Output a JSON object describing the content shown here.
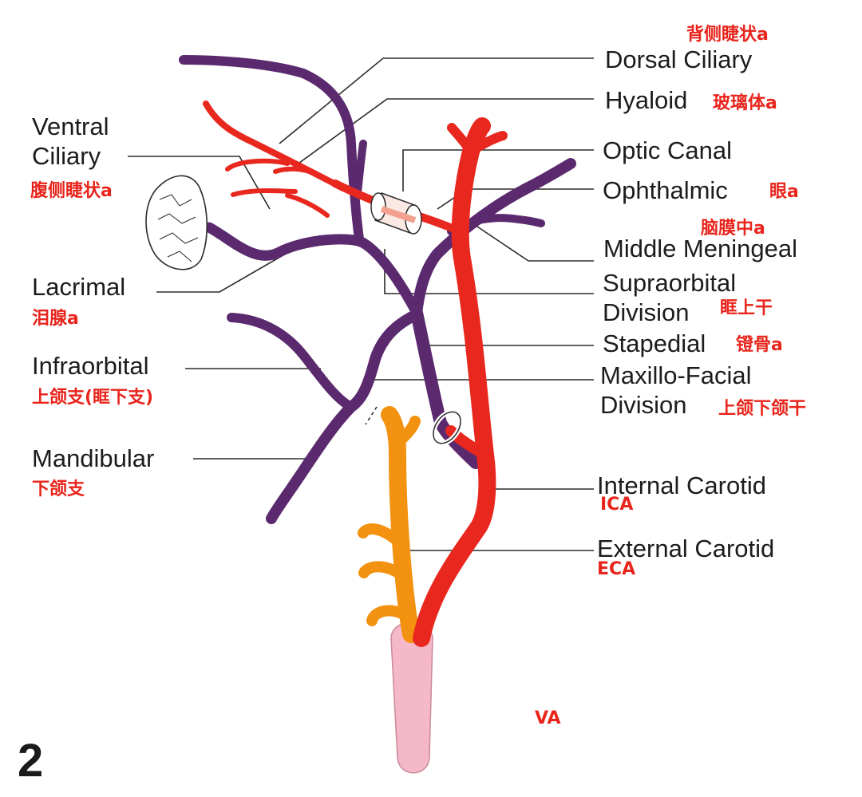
{
  "figure_number": "2",
  "colors": {
    "external_carotid": "#e8281e",
    "stapedial": "#5b2a6e",
    "vertebral": "#f39210",
    "common_carotid": "#f4b8c8",
    "leader": "#2b2b2b",
    "chinese_label": "#e8251c"
  },
  "labels_en": {
    "dorsal_ciliary": "Dorsal Ciliary",
    "hyaloid": "Hyaloid",
    "optic_canal": "Optic Canal",
    "ophthalmic": "Ophthalmic",
    "middle_meningeal": "Middle Meningeal",
    "supraorbital_l1": "Supraorbital",
    "supraorbital_l2": "Division",
    "stapedial": "Stapedial",
    "maxillo_facial_l1": "Maxillo-Facial",
    "maxillo_facial_l2": "Division",
    "internal_carotid": "Internal Carotid",
    "external_carotid": "External Carotid",
    "ventral_ciliary_l1": "Ventral",
    "ventral_ciliary_l2": "Ciliary",
    "lacrimal": "Lacrimal",
    "infraorbital": "Infraorbital",
    "mandibular": "Mandibular"
  },
  "labels_cn": {
    "dorsal_ciliary": "背侧睫状a",
    "hyaloid": "玻璃体a",
    "ophthalmic": "眼a",
    "middle_meningeal": "脑膜中a",
    "supraorbital": "眶上干",
    "stapedial": "镫骨a",
    "maxillo_facial": "上颌下颌干",
    "internal_carotid": "ICA",
    "external_carotid": "ECA",
    "vertebral": "VA",
    "ventral_ciliary": "腹侧睫状a",
    "lacrimal": "泪腺a",
    "infraorbital": "上颌支(眶下支)",
    "mandibular": "下颌支"
  }
}
